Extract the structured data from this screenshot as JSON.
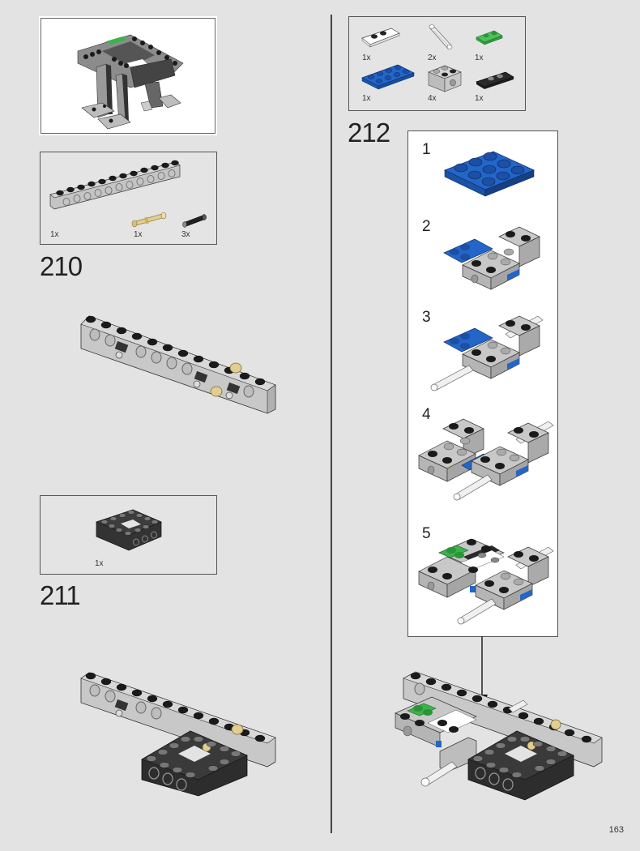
{
  "page": {
    "number": "163"
  },
  "overview": {
    "label": "preview"
  },
  "steps": [
    {
      "number": "210",
      "parts": [
        {
          "name": "technic-brick-1x12-light-gray",
          "qty": "1x"
        },
        {
          "name": "pin-long-tan",
          "qty": "1x"
        },
        {
          "name": "pin-with-friction-black",
          "qty": "3x"
        }
      ]
    },
    {
      "number": "211",
      "parts": [
        {
          "name": "technic-frame-5x5-black",
          "qty": "1x"
        }
      ]
    },
    {
      "number": "212",
      "parts": [
        {
          "name": "plate-1x2-white-with-rail",
          "qty": "1x"
        },
        {
          "name": "axle-light-gray",
          "qty": "2x"
        },
        {
          "name": "plate-1x2-green",
          "qty": "1x"
        },
        {
          "name": "plate-2x4-blue",
          "qty": "1x"
        },
        {
          "name": "technic-brick-2x2-with-hole-light-gray",
          "qty": "4x"
        },
        {
          "name": "plate-1x2-black-with-rail",
          "qty": "1x"
        }
      ],
      "substeps": [
        "1",
        "2",
        "3",
        "4",
        "5"
      ]
    }
  ],
  "colors": {
    "background": "#e3e3e3",
    "light_gray": "#a8a8a8",
    "dark_gray": "#3a3a3a",
    "blue": "#1f5fbf",
    "green": "#3cb34a",
    "tan": "#e0c98a",
    "stud_black": "#1a1a1a"
  }
}
